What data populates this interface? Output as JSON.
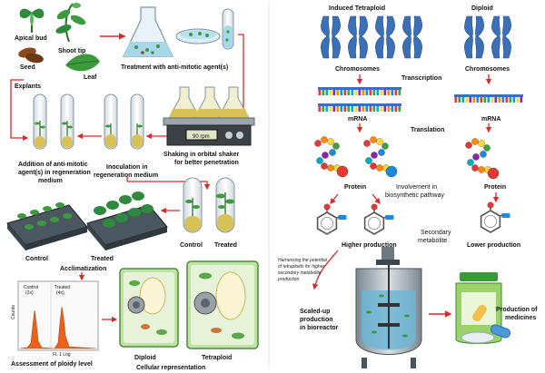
{
  "left_panel": {
    "explants_sources": {
      "apical_bud": "Apical bud",
      "shoot_tip": "Shoot tip",
      "seed": "Seed",
      "leaf": "Leaf"
    },
    "treatment": "Treatment with anti-mitotic agent(s)",
    "explants": "Explants",
    "shaker": {
      "line1": "Shaking in orbital shaker",
      "line2": "for better penetration",
      "display": "90 rpm"
    },
    "addition": {
      "line1": "Addition of anti-mitotic",
      "line2": "agent(s) in regeneration",
      "line3": "medium"
    },
    "inoculation": {
      "line1": "Inoculation in",
      "line2": "regeneration medium"
    },
    "tubes_labels": {
      "control": "Control",
      "treated": "Treated"
    },
    "tray_labels": {
      "control": "Control",
      "treated": "Treated"
    },
    "acclimatization": "Acclimatization",
    "histogram": {
      "control_line1": "Control",
      "control_line2": "(2x)",
      "treated_line1": "Treated",
      "treated_line2": "(4x)",
      "ylabel": "Counts",
      "xlabel": "FL 1 Log",
      "title": "Assessment of ploidy level"
    },
    "cells": {
      "diploid": "Diploid",
      "tetraploid": "Tetraploid",
      "caption": "Cellular representation"
    }
  },
  "right_panel": {
    "induced_tetraploid": "Induced Tetraploid",
    "diploid": "Diploid",
    "chromosomes_left": "Chromosomes",
    "chromosomes_right": "Chromosomes",
    "transcription": "Transcription",
    "mrna_left": "mRNA",
    "mrna_right": "mRNA",
    "translation": "Translation",
    "protein_left": "Protein",
    "protein_right": "Protein",
    "involvement": {
      "line1": "Involvement in",
      "line2": "biosynthetic pathway"
    },
    "secondary_metabolite": {
      "line1": "Secondary",
      "line2": "metabolite"
    },
    "higher_production": "Higher production",
    "lower_production": "Lower production",
    "harnessing_note": {
      "line1": "Harnessing the potential",
      "line2": "of tetraploids for higher",
      "line3": "secondary metabolite",
      "line4": "production"
    },
    "scaled_up": {
      "line1": "Scaled-up",
      "line2": "production",
      "line3": "in bioreactor"
    },
    "production_of_medicines": {
      "line1": "Production of",
      "line2": "medicines"
    }
  },
  "colors": {
    "chromosome": "#3b6fb6",
    "arrow_red": "#d62b2b",
    "plant_green": "#3c9a3c",
    "medium_yellow": "#d7c25a",
    "cell_green": "#a9d88f",
    "histogram_orange": "#e8621a"
  }
}
